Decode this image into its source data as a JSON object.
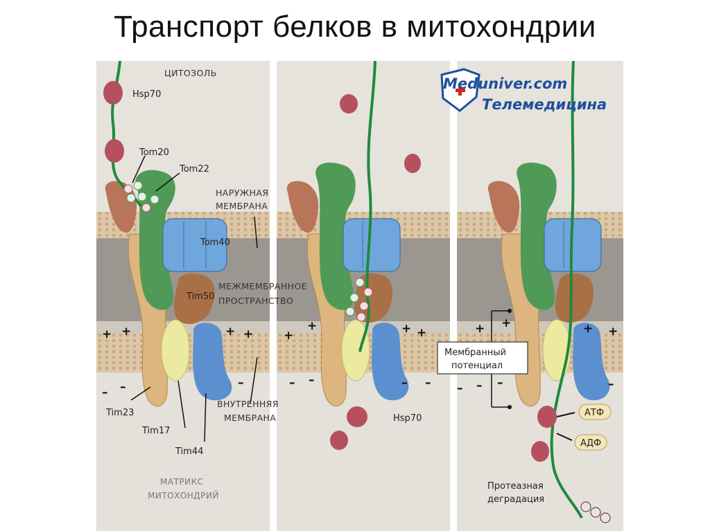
{
  "title": "Транспорт белков в митохондрии",
  "watermark": {
    "line1": "Meduniver.com",
    "line2": "Телемедицина"
  },
  "labels": {
    "cytosol": "ЦИТОЗОЛЬ",
    "hsp70_top": "Hsp70",
    "tom20": "Tom20",
    "tom22": "Tom22",
    "outer_membrane_1": "НАРУЖНАЯ",
    "outer_membrane_2": "МЕМБРАНА",
    "tom40": "Tom40",
    "intermembrane_1": "МЕЖМЕМБРАННОЕ",
    "intermembrane_2": "ПРОСТРАНСТВО",
    "tim50": "Tim50",
    "inner_membrane_1": "ВНУТРЕННЯЯ",
    "inner_membrane_2": "МЕМБРАНА",
    "tim23": "Tim23",
    "tim17": "Tim17",
    "tim44": "Tim44",
    "matrix_1": "МАТРИКС",
    "matrix_2": "МИТОХОНДРИЙ",
    "hsp70_mid": "Hsp70",
    "membrane_potential_1": "Мембранный",
    "membrane_potential_2": "потенциал",
    "atp": "АТФ",
    "adp": "АДФ",
    "protease_1": "Протеазная",
    "protease_2": "деградация"
  },
  "signs": {
    "plus": "+",
    "minus": "–"
  },
  "colors": {
    "panel_bg": "#e6e2dc",
    "membrane": "#d8c4a4",
    "intermembrane": "#9c9690",
    "chain": "#1e8a3e",
    "hsp70": "#b6505e",
    "tom20": "#b8755a",
    "tom22": "#4f9a56",
    "tom40": "#6fa7dc",
    "tim23": "#ddb57e",
    "tim17": "#ece9a0",
    "tim44": "#5c8fd0",
    "tim50": "#a97046",
    "watermark": "#1d4f9e"
  }
}
